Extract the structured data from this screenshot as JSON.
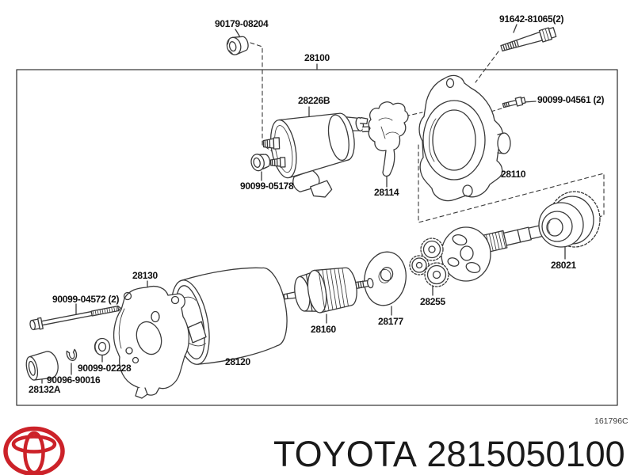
{
  "diagram": {
    "assembly_label": "28100",
    "drawing_code": "161796C",
    "line_color": "#3a3a3a",
    "labels": {
      "nut_top": "90179-08204",
      "bolt_top_right": "91642-81065(2)",
      "solenoid": "28226B",
      "nut_solenoid": "90099-05178",
      "lever": "28114",
      "housing": "28110",
      "bolt_housing": "90099-04561 (2)",
      "clutch": "28021",
      "planet_gears": "28255",
      "plate": "28177",
      "armature": "28160",
      "yoke": "28120",
      "end_frame": "28130",
      "through_bolt": "90099-04572 (2)",
      "washer_plate": "90099-02228",
      "washer_lock": "90096-90016",
      "cap": "28132A"
    }
  },
  "footer": {
    "brand": "TOYOTA",
    "part_number": "2815050100",
    "logo_color": "#cc2229",
    "text_color": "#1a1a1a"
  }
}
